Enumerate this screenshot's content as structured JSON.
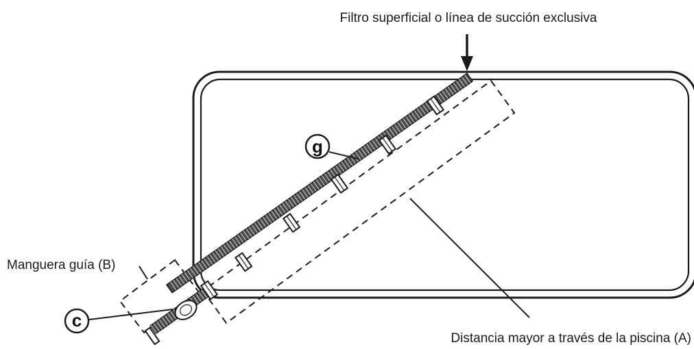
{
  "labels": {
    "skimmer": "Filtro superficial o línea de succión exclusiva",
    "leader_hose": "Manguera guía (B)",
    "longest_distance": "Distancia mayor a través de la piscina (A)"
  },
  "callouts": {
    "hose": "g",
    "cleaner": "c"
  },
  "hose": {
    "cuff_count": 5
  },
  "colors": {
    "ink": "#1a1a1a",
    "hose_fill": "#4a4a4a",
    "pool_fill": "#ffffff"
  }
}
